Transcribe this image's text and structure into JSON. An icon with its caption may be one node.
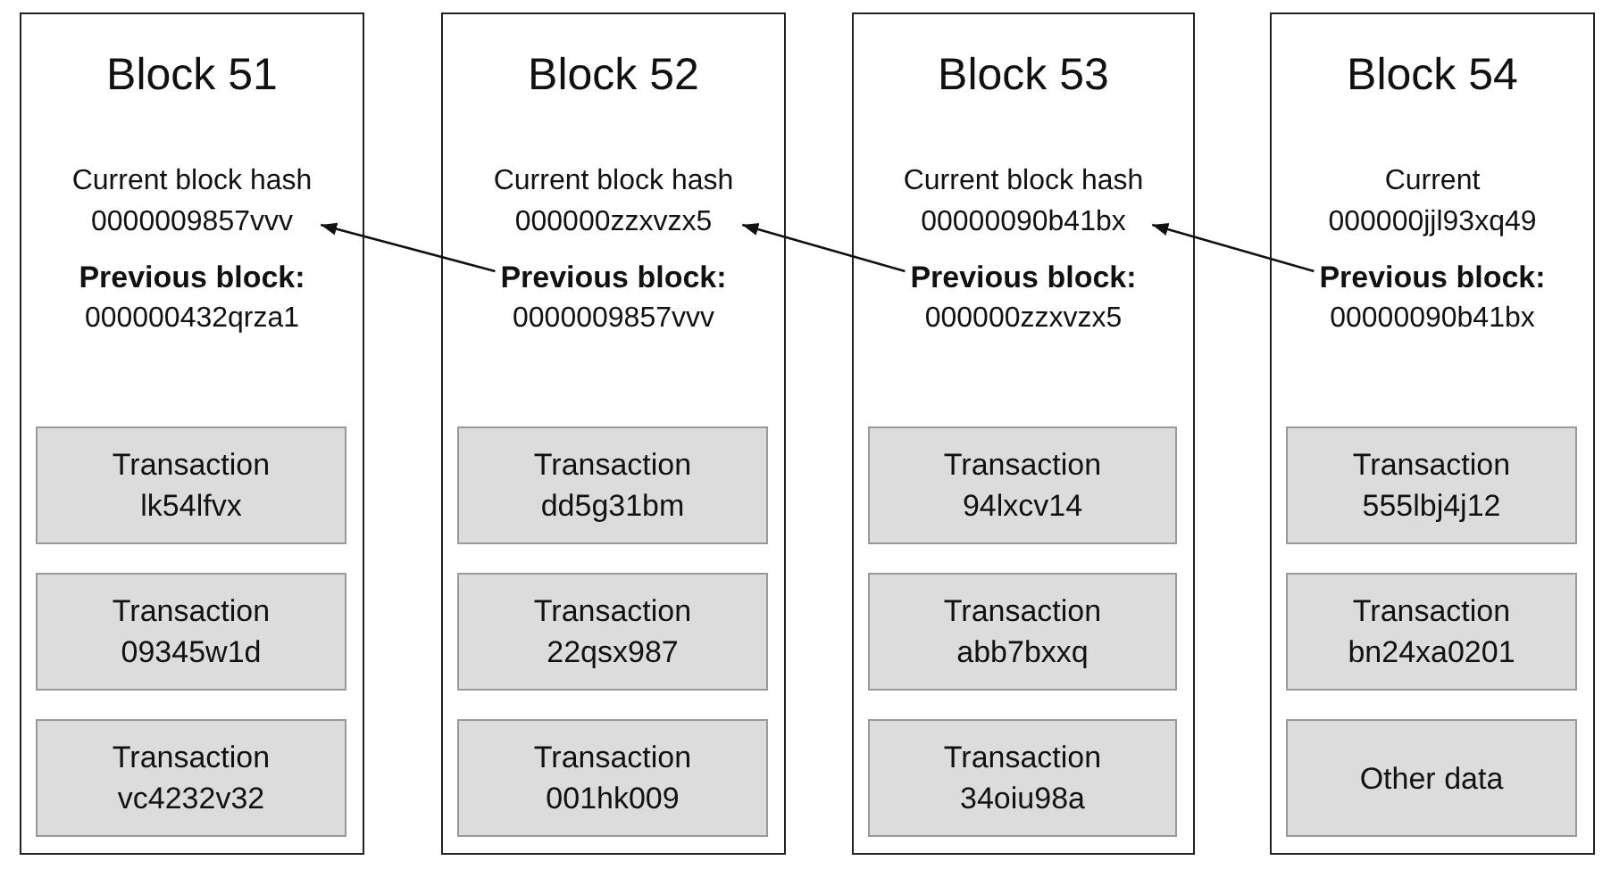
{
  "diagram": {
    "nodes": [
      {
        "text": [
          "Block 51"
        ]
      },
      {
        "text": [
          "Current block hash",
          "0000009857vvv"
        ],
        "in": 0
      },
      {
        "text": [
          "Previous block:",
          "000000432qrza1"
        ],
        "in": 0
      },
      {
        "text": [
          "Transaction",
          "lk54lfvx"
        ],
        "in": 0
      },
      {
        "text": [
          "Transaction",
          "09345w1d"
        ],
        "in": 0
      },
      {
        "text": [
          "Transaction",
          "vc4232v32"
        ],
        "in": 0
      },
      {
        "text": [
          "Block 52"
        ]
      },
      {
        "text": [
          "Current block hash",
          "000000zzxvzx5"
        ],
        "in": 6
      },
      {
        "text": [
          "Previous block:",
          "0000009857vvv"
        ],
        "in": 6
      },
      {
        "text": [
          "Transaction",
          "dd5g31bm"
        ],
        "in": 6
      },
      {
        "text": [
          "Transaction",
          "22qsx987"
        ],
        "in": 6
      },
      {
        "text": [
          "Transaction",
          "001hk009"
        ],
        "in": 6
      },
      {
        "text": [
          "Block 53"
        ]
      },
      {
        "text": [
          "Current block hash",
          "00000090b41bx"
        ],
        "in": 12
      },
      {
        "text": [
          "Previous block:",
          "000000zzxvzx5"
        ],
        "in": 12
      },
      {
        "text": [
          "Transaction",
          "94lxcv14"
        ],
        "in": 12
      },
      {
        "text": [
          "Transaction",
          "abb7bxxq"
        ],
        "in": 12
      },
      {
        "text": [
          "Transaction",
          "34oiu98a"
        ],
        "in": 12
      },
      {
        "text": [
          "Block 54"
        ]
      },
      {
        "text": [
          "Current",
          "000000jjl93xq49"
        ],
        "in": 18
      },
      {
        "text": [
          "Previous block:",
          "00000090b41bx"
        ],
        "in": 18
      },
      {
        "text": [
          "Transaction",
          "555lbj4j12"
        ],
        "in": 18
      },
      {
        "text": [
          "Transaction",
          "bn24xa0201"
        ],
        "in": 18
      },
      {
        "text": [
          "Other data"
        ],
        "in": 18
      }
    ],
    "edges": [
      {
        "from": 8,
        "to": 1,
        "arrow": "to"
      },
      {
        "from": 14,
        "to": 7,
        "arrow": "to"
      },
      {
        "from": 20,
        "to": 13,
        "arrow": "to"
      }
    ]
  }
}
